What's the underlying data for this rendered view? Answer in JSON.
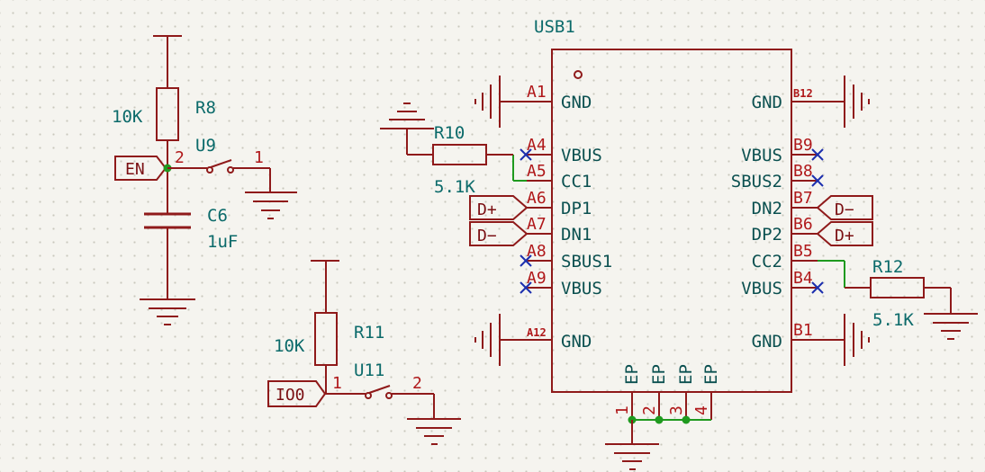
{
  "usb": {
    "ref": "USB1",
    "left_pins": [
      {
        "num": "A1",
        "name": "GND"
      },
      {
        "num": "A4",
        "name": "VBUS"
      },
      {
        "num": "A5",
        "name": "CC1"
      },
      {
        "num": "A6",
        "name": "DP1"
      },
      {
        "num": "A7",
        "name": "DN1"
      },
      {
        "num": "A8",
        "name": "SBUS1"
      },
      {
        "num": "A9",
        "name": "VBUS"
      },
      {
        "num": "A12",
        "name": "GND"
      }
    ],
    "right_pins": [
      {
        "num": "B12",
        "name": "GND"
      },
      {
        "num": "B9",
        "name": "VBUS"
      },
      {
        "num": "B8",
        "name": "SBUS2"
      },
      {
        "num": "B7",
        "name": "DN2"
      },
      {
        "num": "B6",
        "name": "DP2"
      },
      {
        "num": "B5",
        "name": "CC2"
      },
      {
        "num": "B4",
        "name": "VBUS"
      },
      {
        "num": "B1",
        "name": "GND"
      }
    ],
    "bottom_pins": [
      {
        "num": "1",
        "name": "EP"
      },
      {
        "num": "2",
        "name": "EP"
      },
      {
        "num": "3",
        "name": "EP"
      },
      {
        "num": "4",
        "name": "EP"
      }
    ]
  },
  "parts": {
    "r8": {
      "ref": "R8",
      "value": "10K"
    },
    "r10": {
      "ref": "R10",
      "value": "5.1K"
    },
    "r11": {
      "ref": "R11",
      "value": "10K"
    },
    "r12": {
      "ref": "R12",
      "value": "5.1K"
    },
    "c6": {
      "ref": "C6",
      "value": "1uF"
    },
    "u9": {
      "ref": "U9",
      "pin_a": "2",
      "pin_b": "1"
    },
    "u11": {
      "ref": "U11",
      "pin_a": "1",
      "pin_b": "2"
    }
  },
  "net_labels": {
    "en": "EN",
    "io0": "IO0",
    "dp_left": "D+",
    "dn_left": "D−",
    "dn_right": "D−",
    "dp_right": "D+"
  }
}
